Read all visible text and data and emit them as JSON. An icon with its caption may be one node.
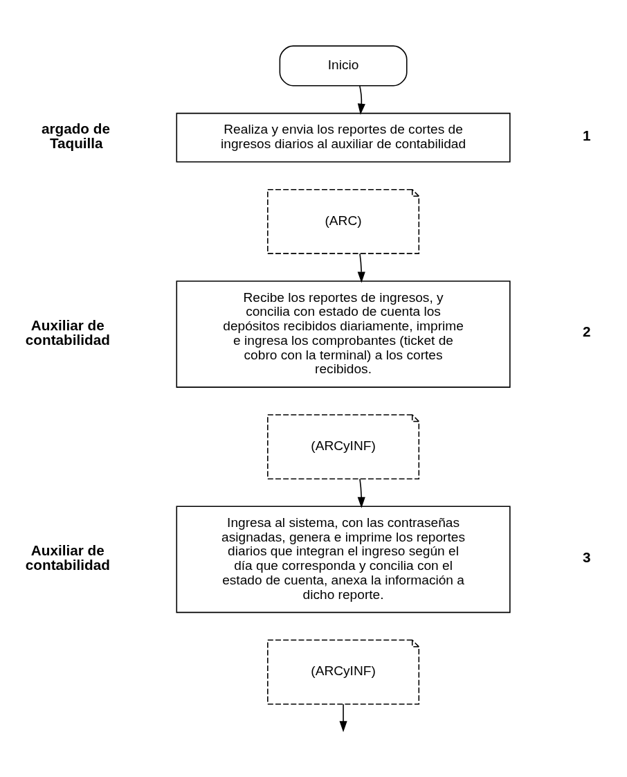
{
  "diagram": {
    "nodes": [
      {
        "text": [
          "Inicio"
        ]
      },
      {
        "text": [
          "Realiza y envia los reportes de cortes de ingresos diarios al auxiliar de contabilidad"
        ]
      },
      {
        "text": [
          "(ARC)"
        ]
      },
      {
        "text": [
          "Recibe los reportes de ingresos, y concilia con estado de cuenta los depósitos recibidos diariamente, imprime e ingresa los comprobantes (ticket de cobro con la terminal) a los cortes recibidos."
        ]
      },
      {
        "text": [
          "(ARCyINF)"
        ]
      },
      {
        "text": [
          "Ingresa al sistema, con las contraseñas asignadas, genera e imprime los reportes diarios que integran el ingreso según el día que corresponda y concilia con el estado de cuenta, anexa la información a dicho reporte."
        ]
      },
      {
        "text": [
          "(ARCyINF)"
        ]
      }
    ],
    "edges": [
      {
        "from": 0,
        "to": 1,
        "arrow": "to"
      },
      {
        "from": 2,
        "to": 3,
        "arrow": "to"
      },
      {
        "from": 4,
        "to": 5,
        "arrow": "to"
      },
      {
        "from": 6,
        "to": null,
        "arrow": "to"
      }
    ],
    "labels": [
      "argado de Taquilla",
      "1",
      "Auxiliar de contabilidad",
      "2",
      "Auxiliar de contabilidad",
      "3"
    ]
  }
}
